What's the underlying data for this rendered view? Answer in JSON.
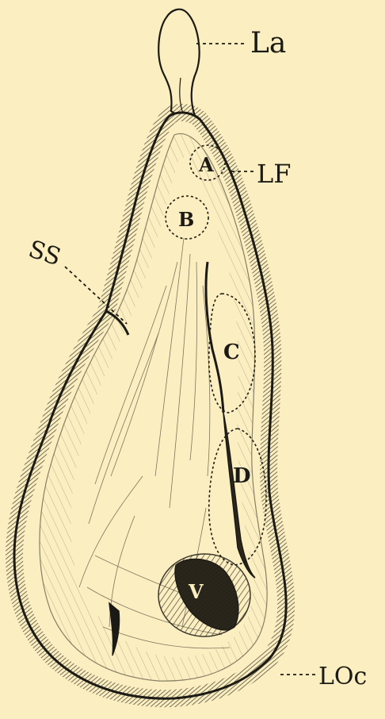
{
  "figure": {
    "background_color": "#fbeec0",
    "ink_color": "#1c1a14",
    "outer_labels": {
      "la": "La",
      "lf": "LF",
      "ss": "SS",
      "loc": "LOc"
    },
    "inner_labels": {
      "a": "A",
      "b": "B",
      "c": "C",
      "d": "D",
      "v": "V"
    }
  }
}
